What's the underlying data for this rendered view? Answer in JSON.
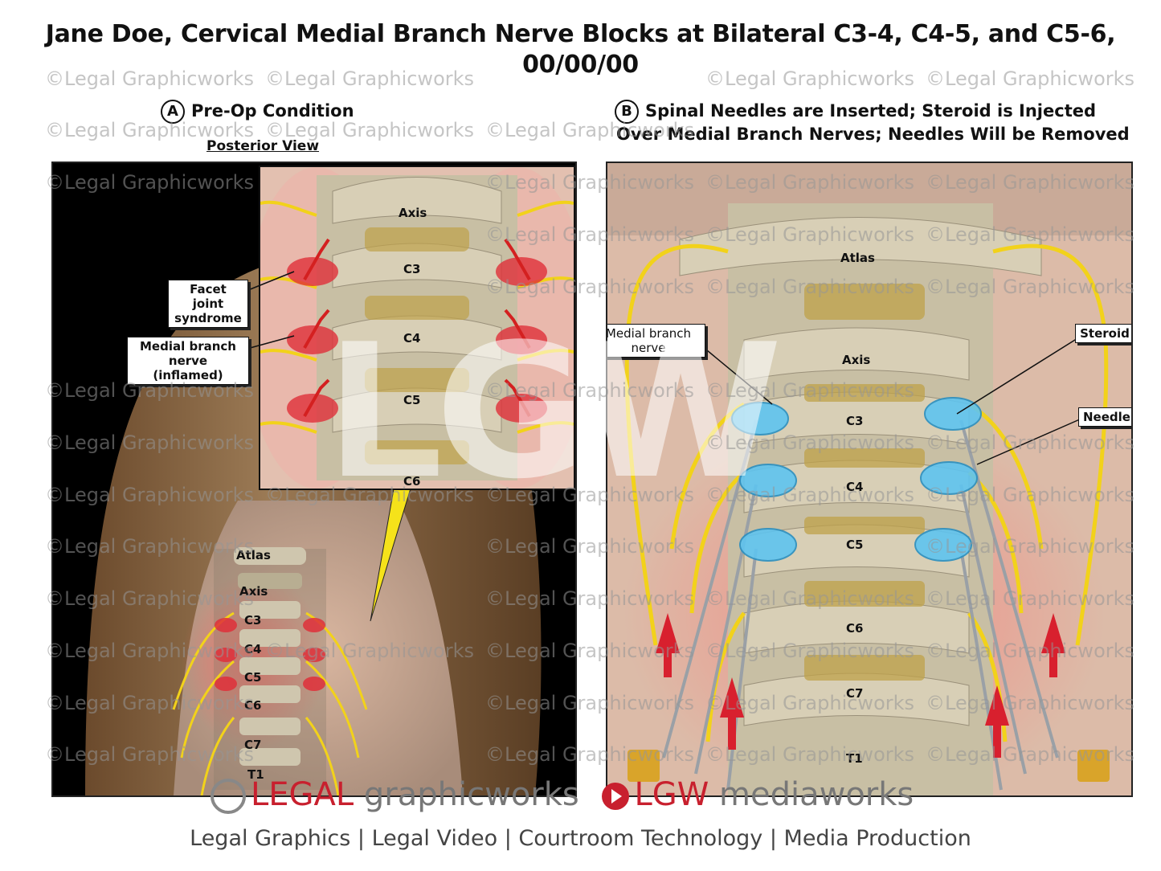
{
  "title": "Jane Doe, Cervical Medial Branch Nerve Blocks at Bilateral C3-4, C4-5, and C5-6, 00/00/00",
  "panel_a": {
    "marker": "A",
    "heading": "Pre-Op Condition",
    "view": "Posterior View",
    "callouts": {
      "facet": "Facet joint syndrome",
      "nerve": "Medial branch nerve (inflamed)"
    },
    "inset_levels": [
      "Axis",
      "C3",
      "C4",
      "C5",
      "C6"
    ],
    "neck_levels": [
      "Atlas",
      "Axis",
      "C3",
      "C4",
      "C5",
      "C6",
      "C7",
      "T1"
    ]
  },
  "panel_b": {
    "marker": "B",
    "heading_line1": "Spinal Needles are Inserted; Steroid is Injected",
    "heading_line2": "Over Medial Branch Nerves; Needles Will be Removed",
    "callouts": {
      "nerve": "Medial branch nerve",
      "steroid": "Steroid",
      "needle": "Needle"
    },
    "levels": [
      "Atlas",
      "Axis",
      "C3",
      "C4",
      "C5",
      "C6",
      "C7",
      "T1"
    ]
  },
  "watermark": "©Legal Graphicworks",
  "center_mark": "LGW",
  "footer": {
    "brand1_red": "LEGAL",
    "brand1_gray": " graphicworks",
    "brand2_red": "LGW",
    "brand2_gray": " mediaworks",
    "tagline": "Legal Graphics | Legal Video | Courtroom Technology | Media Production"
  },
  "colors": {
    "nerve": "#f2d21a",
    "inflamed": "#e0303a",
    "steroid": "#5fc4f0",
    "bone": "#cfc6ae"
  }
}
